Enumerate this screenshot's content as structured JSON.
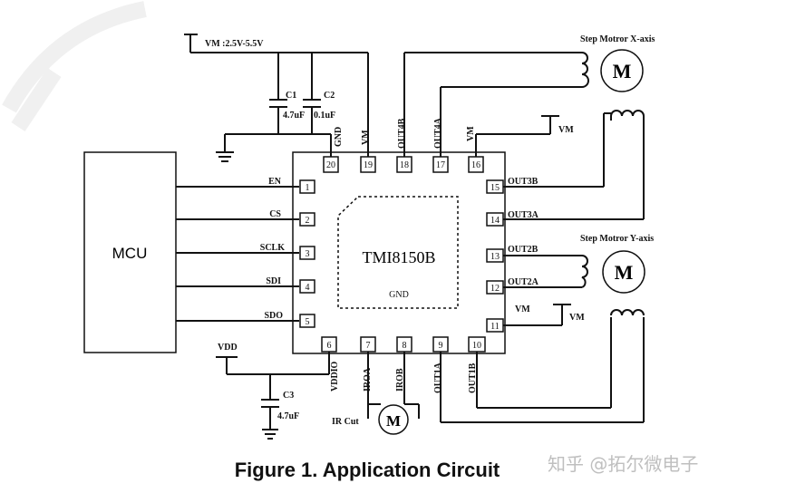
{
  "figure_caption": "Figure 1. Application Circuit",
  "watermark": "知乎 @拓尔微电子",
  "chip": {
    "name": "TMI8150B",
    "gnd_label": "GND"
  },
  "mcu_label": "MCU",
  "supply": {
    "vm_range": "VM :2.5V-5.5V",
    "vm": "VM",
    "vdd": "VDD"
  },
  "capacitors": [
    {
      "name": "C1",
      "value": "4.7uF"
    },
    {
      "name": "C2",
      "value": "0.1uF"
    },
    {
      "name": "C3",
      "value": "4.7uF"
    }
  ],
  "pins": {
    "left": [
      {
        "num": "1",
        "label": "EN"
      },
      {
        "num": "2",
        "label": "CS"
      },
      {
        "num": "3",
        "label": "SCLK"
      },
      {
        "num": "4",
        "label": "SDI"
      },
      {
        "num": "5",
        "label": "SDO"
      }
    ],
    "top": [
      {
        "num": "20",
        "label": "GND"
      },
      {
        "num": "19",
        "label": "VM"
      },
      {
        "num": "18",
        "label": "OUT4B"
      },
      {
        "num": "17",
        "label": "OUT4A"
      },
      {
        "num": "16",
        "label": "VM"
      }
    ],
    "right": [
      {
        "num": "15",
        "label": "OUT3B"
      },
      {
        "num": "14",
        "label": "OUT3A"
      },
      {
        "num": "13",
        "label": "OUT2B"
      },
      {
        "num": "12",
        "label": "OUT2A"
      },
      {
        "num": "11",
        "label": "VM"
      }
    ],
    "bottom": [
      {
        "num": "6",
        "label": "VDDIO"
      },
      {
        "num": "7",
        "label": "IROA"
      },
      {
        "num": "8",
        "label": "IROB"
      },
      {
        "num": "9",
        "label": "OUT1A"
      },
      {
        "num": "10",
        "label": "OUT1B"
      }
    ]
  },
  "motors": {
    "x_axis": "Step Motror X-axis",
    "y_axis": "Step Motror Y-axis",
    "ir_cut": "IR Cut",
    "symbol": "M"
  },
  "vm_right_top": "VM",
  "vm_right_mid": "VM"
}
